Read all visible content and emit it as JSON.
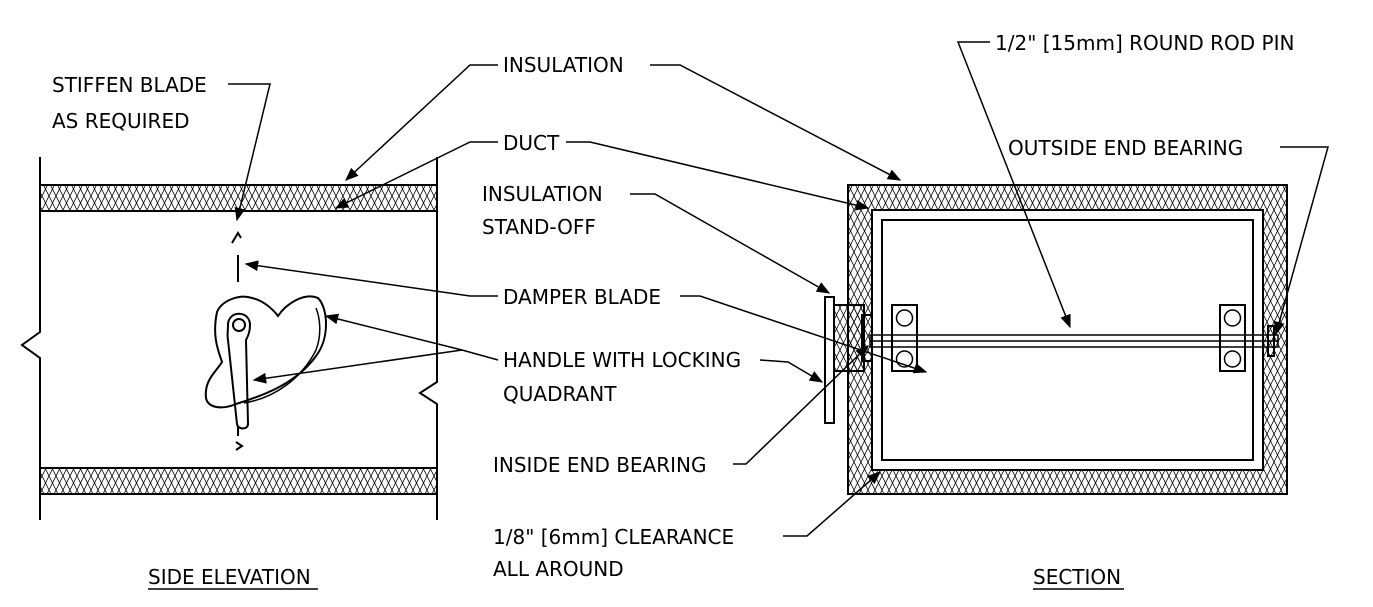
{
  "labels": {
    "stiffen_blade_1": "STIFFEN BLADE",
    "stiffen_blade_2": "AS REQUIRED",
    "insulation": "INSULATION",
    "duct": "DUCT",
    "insulation_standoff_1": "INSULATION",
    "insulation_standoff_2": "STAND-OFF",
    "damper_blade": "DAMPER BLADE",
    "handle_1": "HANDLE WITH LOCKING",
    "handle_2": "QUADRANT",
    "inside_end_bearing": "INSIDE END BEARING",
    "clearance_1": "1/8\" [6mm] CLEARANCE",
    "clearance_2": "ALL AROUND",
    "rod_pin": "1/2\" [15mm] ROUND ROD PIN",
    "outside_end_bearing": "OUTSIDE END BEARING",
    "side_elevation": "SIDE ELEVATION",
    "section": "SECTION"
  }
}
